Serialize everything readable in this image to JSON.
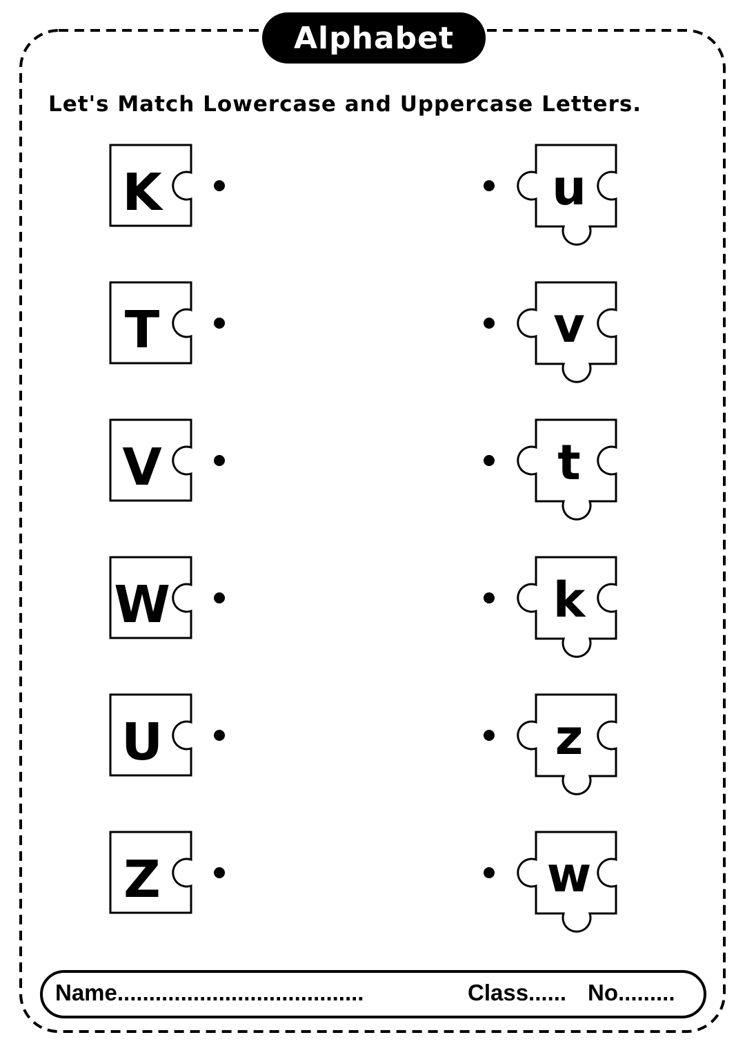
{
  "title": "Alphabet",
  "instruction": "Let's Match Lowercase and Uppercase Letters.",
  "uppercase_letters": [
    "K",
    "T",
    "V",
    "W",
    "U",
    "Z"
  ],
  "lowercase_letters": [
    "u",
    "v",
    "t",
    "k",
    "z",
    "w"
  ],
  "footer": {
    "name_label": "Name.......................................",
    "class_label": "Class......",
    "no_label": "No........."
  }
}
